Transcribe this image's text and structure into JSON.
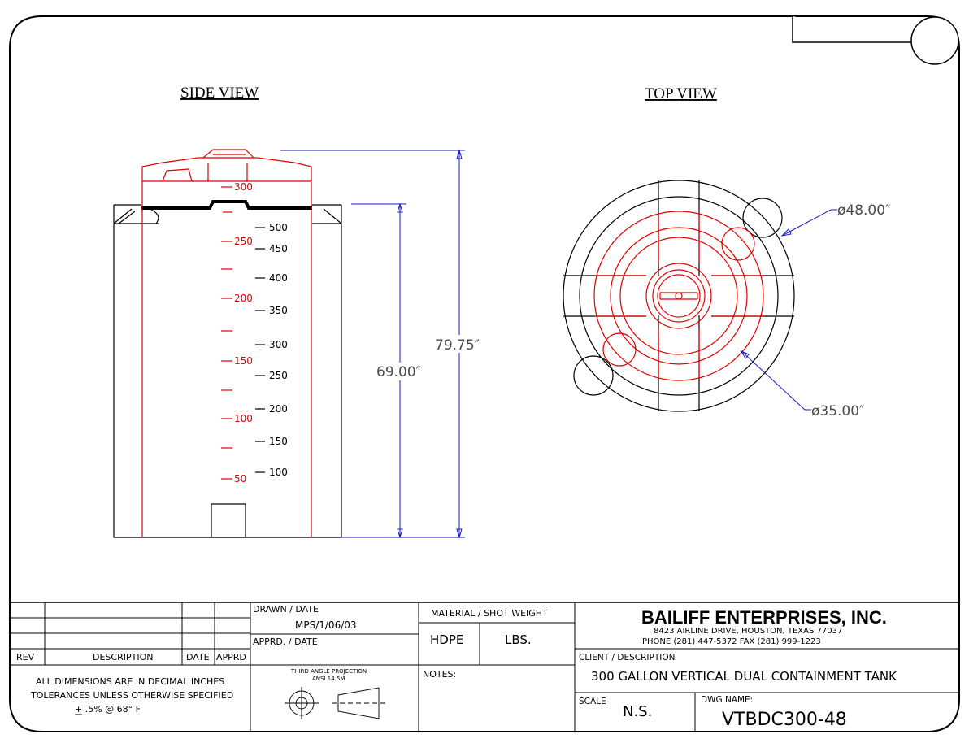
{
  "views": {
    "side_title": "SIDE VIEW",
    "top_title": "TOP VIEW"
  },
  "gauge_inner": [
    "300",
    "250",
    "200",
    "150",
    "100",
    "50"
  ],
  "gauge_outer": [
    "500",
    "450",
    "400",
    "350",
    "300",
    "250",
    "200",
    "150",
    "100"
  ],
  "dimensions": {
    "overall_height": "79.75″",
    "body_height": "69.00″",
    "outer_diameter": "ø48.00″",
    "inner_diameter": "ø35.00″"
  },
  "title_block": {
    "rev_header": "REV",
    "desc_header": "DESCRIPTION",
    "date_header": "DATE",
    "apprd_header": "APPRD",
    "drawn_label": "DRAWN  /  DATE",
    "drawn_value": "MPS/1/06/03",
    "apprd_label": "APPRD.  /  DATE",
    "material_label": "MATERIAL  /  SHOT WEIGHT",
    "material_value": "HDPE",
    "weight_value": "LBS.",
    "notes_label": "NOTES:",
    "tolerance_line1": "ALL DIMENSIONS ARE IN DECIMAL INCHES",
    "tolerance_line2": "TOLERANCES UNLESS OTHERWISE SPECIFIED",
    "tolerance_line3": "+  .5% @ 68° F",
    "projection_line1": "THIRD ANGLE PROJECTION",
    "projection_line2": "ANSI 14.5M",
    "company": "BAILIFF ENTERPRISES, INC.",
    "address": "8423 AIRLINE DRIVE, HOUSTON, TEXAS  77037",
    "phone": "PHONE  (281) 447-5372    FAX   (281) 999-1223",
    "client_label": "CLIENT  /  DESCRIPTION",
    "client_value": "300  GALLON  VERTICAL  DUAL  CONTAINMENT  TANK",
    "scale_label": "SCALE",
    "scale_value": "N.S.",
    "dwg_label": "DWG NAME:",
    "dwg_value": "VTBDC300-48"
  },
  "colors": {
    "border": "#000000",
    "inner_tank": "#e00000",
    "dimension": "#1a1acc"
  }
}
